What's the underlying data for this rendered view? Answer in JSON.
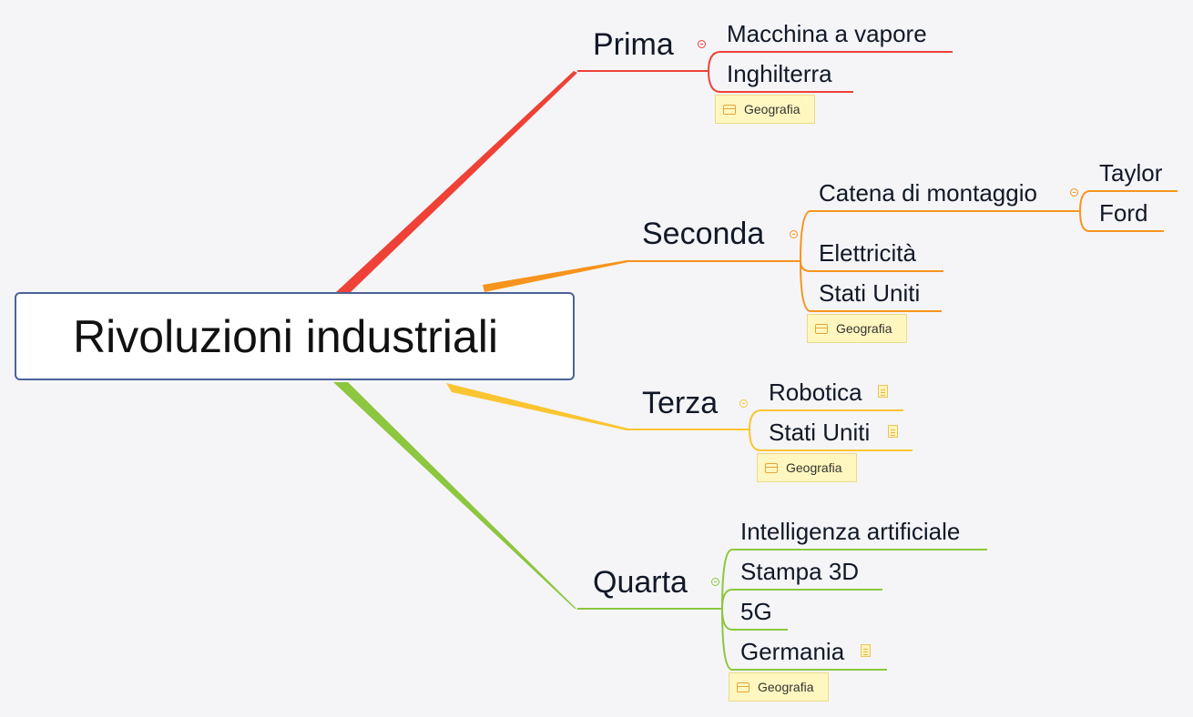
{
  "root": {
    "label": "Rivoluzioni industriali"
  },
  "colors": {
    "prima": "#ef4136",
    "seconda": "#f7941d",
    "terza": "#fbc531",
    "quarta": "#8dc63f"
  },
  "branches": {
    "prima": {
      "label": "Prima",
      "children": [
        "Macchina a vapore",
        "Inghilterra"
      ],
      "tag": "Geografia"
    },
    "seconda": {
      "label": "Seconda",
      "children": [
        "Catena di montaggio",
        "Elettricità",
        "Stati Uniti"
      ],
      "subchildren": [
        "Taylor",
        "Ford"
      ],
      "tag": "Geografia"
    },
    "terza": {
      "label": "Terza",
      "children": [
        "Robotica",
        "Stati Uniti"
      ],
      "tag": "Geografia"
    },
    "quarta": {
      "label": "Quarta",
      "children": [
        "Intelligenza artificiale",
        "Stampa 3D",
        "5G",
        "Germania"
      ],
      "tag": "Geografia"
    }
  },
  "icons": {
    "collapse": "collapse-circle-icon",
    "tag": "tag-label-icon",
    "note": "note-icon"
  }
}
